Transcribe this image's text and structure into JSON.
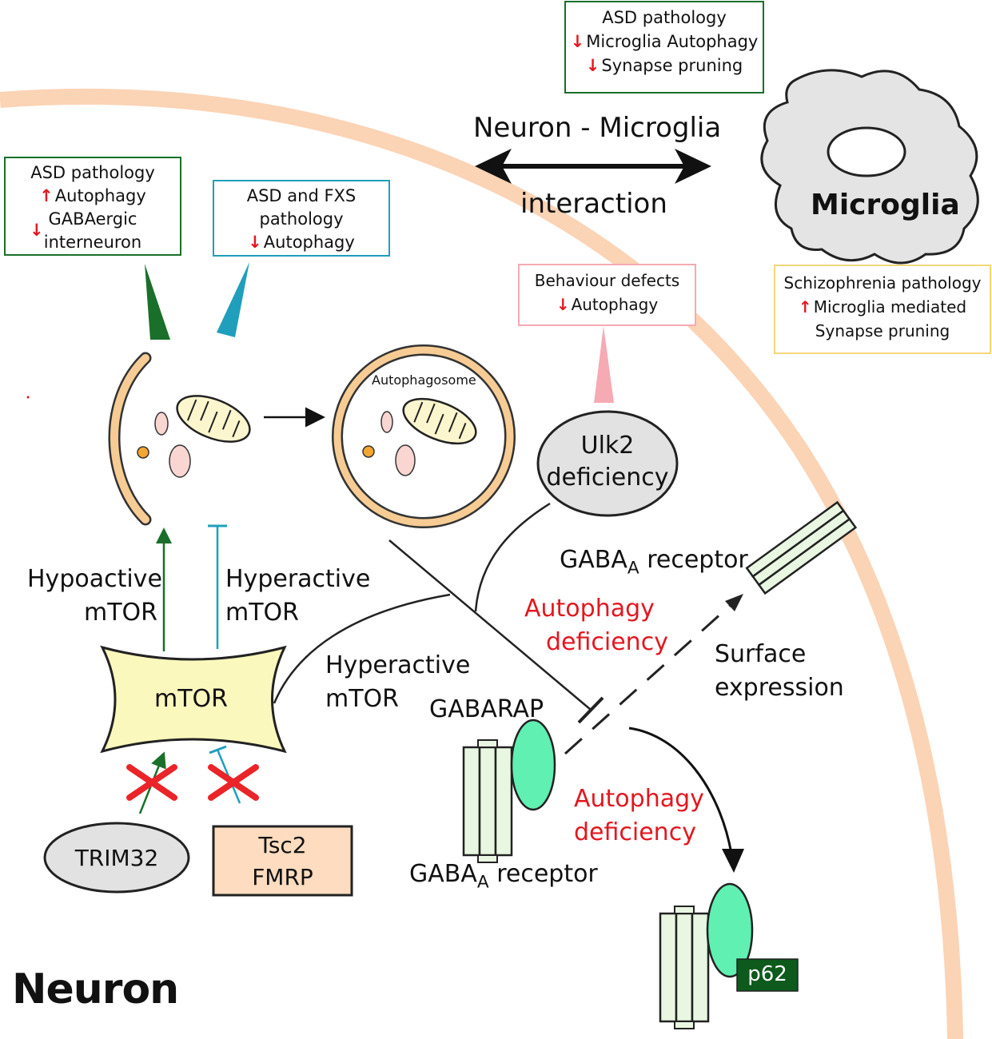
{
  "header": {
    "asd_microglia_box": {
      "line1": "ASD pathology",
      "line2": "Microglia Autophagy",
      "line3": "Synapse pruning"
    },
    "interaction_title": "Neuron - Microglia",
    "interaction_subtitle": "interaction",
    "microglia_label": "Microglia"
  },
  "boxes": {
    "asd_gaba": {
      "line1": "ASD pathology",
      "line2": "Autophagy",
      "line3": "GABAergic",
      "line4": "interneuron"
    },
    "asd_fxs": {
      "line1": "ASD and FXS",
      "line2": "pathology",
      "line3": "Autophagy"
    },
    "behaviour": {
      "line1": "Behaviour defects",
      "line2": "Autophagy"
    },
    "schizophrenia": {
      "line1": "Schizophrenia pathology",
      "line2": "Microglia mediated",
      "line3": "Synapse pruning"
    }
  },
  "labels": {
    "autophagosome": "Autophagosome",
    "ulk2_line1": "Ulk2",
    "ulk2_line2": "deficiency",
    "hypoactive_line1": "Hypoactive",
    "hypoactive_line2": "mTOR",
    "hyperactive_line1": "Hyperactive",
    "hyperactive_line2": "mTOR",
    "hyperactive2_line1": "Hyperactive",
    "hyperactive2_line2": "mTOR",
    "mtor": "mTOR",
    "trim32": "TRIM32",
    "tsc2": "Tsc2",
    "fmrp": "FMRP",
    "gaba_receptor_top_main": "GABA",
    "gaba_receptor_top_sub": "A",
    "gaba_receptor_top_rest": " receptor",
    "autophagy_def1_line1": "Autophagy",
    "autophagy_def1_line2": "deficiency",
    "surface_line1": "Surface",
    "surface_line2": "expression",
    "gabarap": "GABARAP",
    "autophagy_def2_line1": "Autophagy",
    "autophagy_def2_line2": "deficiency",
    "gaba_receptor_bottom_main": "GABA",
    "gaba_receptor_bottom_sub": "A",
    "gaba_receptor_bottom_rest": " receptor",
    "p62": "p62",
    "neuron": "Neuron"
  },
  "colors": {
    "membrane": "#fbd3b5",
    "green_border": "#1a6f2a",
    "teal_border": "#1f9fbc",
    "pink_border": "#f6aab3",
    "yellow_border": "#f3d779",
    "red_text": "#e3171f",
    "mtor_fill": "#fbf8bd",
    "gray_fill": "#e2e2e2",
    "tsc2_fill": "#fddcc0",
    "receptor_fill": "#e9f7e2",
    "gabarap_fill": "#5ff0b2",
    "p62_fill": "#0d5a1c"
  }
}
